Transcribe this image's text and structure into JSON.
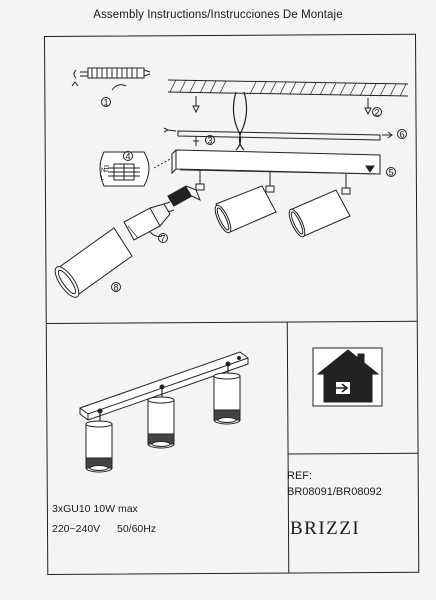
{
  "document": {
    "title": "Assembly Instructions/Instrucciones De Montaje"
  },
  "steps": [
    "1",
    "2",
    "3",
    "4",
    "5",
    "6",
    "7",
    "8"
  ],
  "terminal_labels": [
    "N",
    "L"
  ],
  "specs": {
    "bulbs": "3xGU10 10W max",
    "voltage": "220~240V",
    "frequency": "50/60Hz"
  },
  "reference": {
    "label": "REF:",
    "codes": "BR08091/BR08092"
  },
  "brand": "BRIZZI",
  "icons": [
    "indoor-use-house-icon",
    "ground-symbol-icon",
    "screwdriver-icon",
    "screw-icon",
    "bulb-icon"
  ]
}
